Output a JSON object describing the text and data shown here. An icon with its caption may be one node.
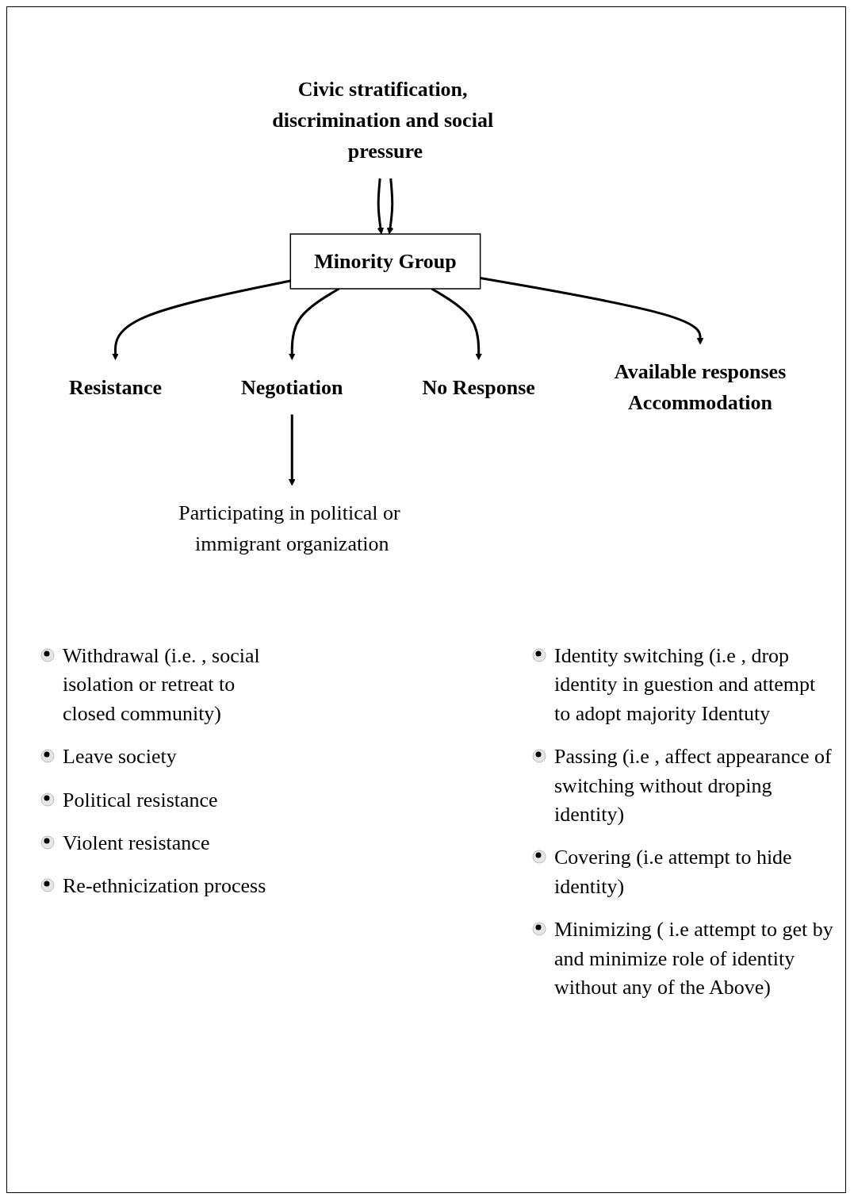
{
  "diagram": {
    "nodes": [
      {
        "text": [
          "Civic stratification, discrimination and social pressure"
        ]
      },
      {
        "text": [
          "Minority Group"
        ]
      },
      {
        "text": [
          "Resistance"
        ]
      },
      {
        "text": [
          "Negotiation"
        ]
      },
      {
        "text": [
          "No Response"
        ]
      },
      {
        "text": [
          "Available responses",
          "Accommodation"
        ]
      },
      {
        "text": [
          "Participating in political or immigrant organization"
        ]
      }
    ],
    "edges": [
      {
        "from": 0,
        "to": 1,
        "arrow": "to"
      },
      {
        "from": 0,
        "to": 1,
        "arrow": "to"
      },
      {
        "from": 1,
        "to": 2,
        "arrow": "to"
      },
      {
        "from": 1,
        "to": 3,
        "arrow": "to"
      },
      {
        "from": 1,
        "to": 4,
        "arrow": "to"
      },
      {
        "from": 1,
        "to": 5,
        "arrow": "to"
      },
      {
        "from": 3,
        "to": 6,
        "arrow": "to"
      }
    ],
    "labels": [
      "Withdrawal (i.e. , social isolation or retreat to closed community)",
      "Leave society",
      "Political resistance",
      "Violent resistance",
      "Re-ethnicization process",
      "Identity switching (i.e , drop identity in guestion and attempt to adopt majority Identuty",
      "Passing (i.e , affect appearance of switching without droping identity)",
      "Covering (i.e attempt to hide identity)",
      "Minimizing ( i.e attempt to get by and minimize role of identity without any of the Above)"
    ]
  }
}
